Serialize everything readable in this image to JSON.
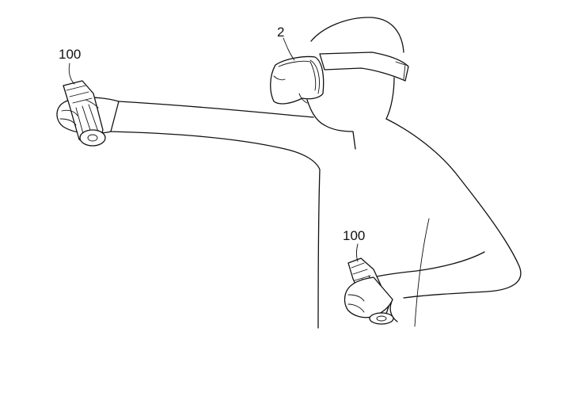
{
  "figure": {
    "labels": {
      "headset": "2",
      "controller_left": "100",
      "controller_right": "100"
    },
    "colors": {
      "line": "#111111",
      "background": "#ffffff"
    }
  }
}
